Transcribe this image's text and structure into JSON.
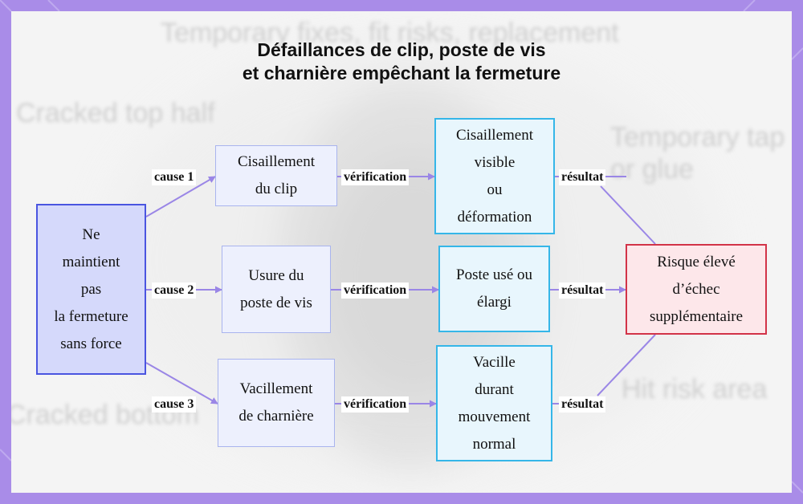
{
  "title": {
    "line1": "Défaillances de clip, poste de vis",
    "line2": "et charnière empêchant la fermeture"
  },
  "colors": {
    "frame": "#a98ce8",
    "start_fill": "#d5d9fb",
    "start_border": "#4a55e0",
    "cause_fill": "#edf0fd",
    "cause_border": "#a9b4ee",
    "check_fill": "#e8f6fd",
    "check_border": "#35b6e8",
    "end_fill": "#fde7ea",
    "end_border": "#d23348",
    "edge": "#9a86e6"
  },
  "background_text": {
    "t1": "Temporary fixes, fit risks, replacement",
    "t2": "Cracked top half",
    "t3": "Temporary tap",
    "t4": "or glue",
    "t5": "Hit risk area",
    "t6": "Cracked bottom"
  },
  "nodes": {
    "start": {
      "lines": [
        "Ne",
        "maintient",
        "pas",
        "la fermeture",
        "sans force"
      ]
    },
    "cause1": {
      "lines": [
        "Cisaillement",
        "du clip"
      ]
    },
    "cause2": {
      "lines": [
        "Usure du",
        "poste de vis"
      ]
    },
    "cause3": {
      "lines": [
        "Vacillement",
        "de charnière"
      ]
    },
    "check1": {
      "lines": [
        "Cisaillement",
        "visible",
        "ou",
        "déformation"
      ]
    },
    "check2": {
      "lines": [
        "Poste usé ou",
        "élargi"
      ]
    },
    "check3": {
      "lines": [
        "Vacille",
        "durant",
        "mouvement",
        "normal"
      ]
    },
    "end": {
      "lines": [
        "Risque élevé",
        "d’échec",
        "supplémentaire"
      ]
    }
  },
  "edge_labels": {
    "cause1": "cause 1",
    "cause2": "cause 2",
    "cause3": "cause 3",
    "verif1": "vérification",
    "verif2": "vérification",
    "verif3": "vérification",
    "result1": "résultat",
    "result2": "résultat",
    "result3": "résultat"
  }
}
